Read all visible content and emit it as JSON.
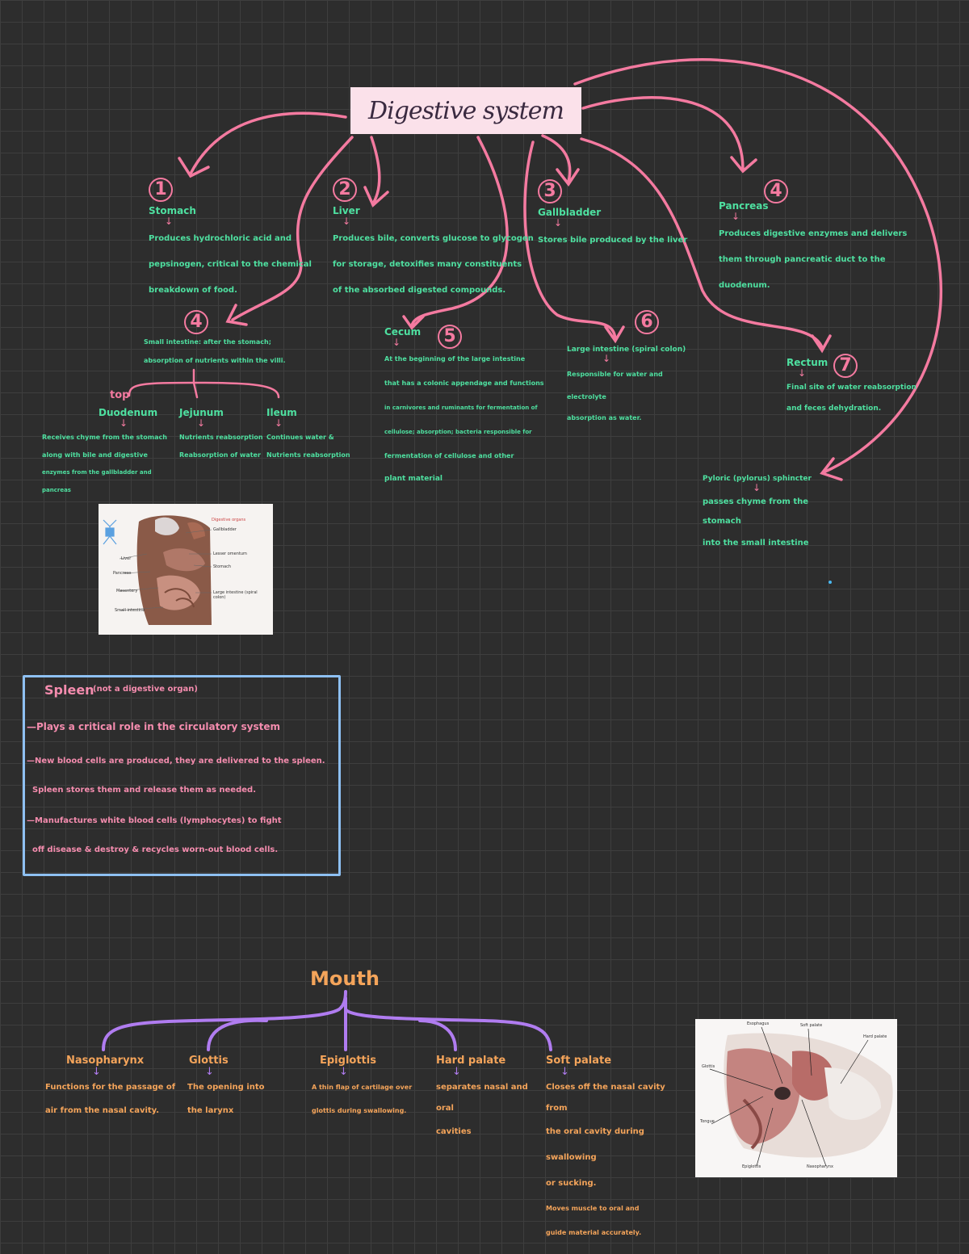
{
  "title": "Digestive system",
  "nodes": {
    "stomach": {
      "num": "1",
      "heading": "Stomach",
      "arrow": "↓",
      "lines": [
        "Produces hydrochloric acid and",
        "pepsinogen, critical to the chemical",
        "breakdown of food."
      ]
    },
    "liver": {
      "num": "2",
      "heading": "Liver",
      "arrow": "↓",
      "lines": [
        "Produces bile, converts glucose to glycogen",
        "for storage, detoxifies many constituents",
        "of the absorbed digested compounds."
      ]
    },
    "gallbladder": {
      "num": "3",
      "heading": "Gallbladder",
      "arrow": "↓",
      "lines": [
        "Stores bile produced by the liver"
      ]
    },
    "pancreas": {
      "num": "4",
      "heading": "Pancreas",
      "arrow": "↓",
      "lines": [
        "Produces digestive enzymes and delivers",
        "them through pancreatic duct to the",
        "duodenum."
      ]
    },
    "small_intestine": {
      "num": "4",
      "lines": [
        "Small intestine: after the stomach;",
        "absorption of nutrients within the villi."
      ],
      "top_label": "top",
      "parts": [
        {
          "name": "Duodenum",
          "arrow": "↓",
          "lines": [
            "Receives chyme from the stomach",
            "along with bile and digestive",
            "enzymes from the gallbladder and pancreas"
          ]
        },
        {
          "name": "Jejunum",
          "arrow": "↓",
          "lines": [
            "Nutrients reabsorption",
            "Reabsorption of water"
          ]
        },
        {
          "name": "Ileum",
          "arrow": "↓",
          "lines": [
            "Continues water &",
            "Nutrients reabsorption"
          ]
        }
      ]
    },
    "cecum": {
      "num": "5",
      "heading": "Cecum",
      "arrow": "↓",
      "lines": [
        "At the beginning of the large intestine",
        "that has a colonic appendage and functions",
        "in carnivores and ruminants for fermentation of",
        "cellulose; absorption; bacteria responsible for",
        "fermentation of cellulose and other",
        "plant material"
      ]
    },
    "large_intestine": {
      "num": "6",
      "heading": "Large intestine (spiral colon)",
      "arrow": "↓",
      "lines": [
        "Responsible for water and electrolyte",
        "absorption as water."
      ]
    },
    "rectum": {
      "num": "7",
      "heading": "Rectum",
      "arrow": "↓",
      "lines": [
        "Final site of water reabsorption",
        "and feces dehydration."
      ]
    },
    "pyloric": {
      "heading": "Pyloric (pylorus) sphincter",
      "arrow": "↓",
      "lines": [
        "passes chyme from the stomach",
        "into the small intestine"
      ]
    }
  },
  "photo1": {
    "title": "Digestive organs",
    "labels": [
      "Gallbladder",
      "Liver",
      "Lesser omentum",
      "Stomach",
      "Pancreas",
      "Mesentery",
      "Large intestine (spiral colon)",
      "Small intestine"
    ]
  },
  "spleen": {
    "title": "Spleen",
    "subtitle": "(not a digestive organ)",
    "lines": [
      "—Plays a critical role in the circulatory system",
      "—New blood cells are produced, they are delivered to the spleen.",
      "  Spleen stores them and release them as needed.",
      "—Manufactures white blood cells (lymphocytes) to fight",
      "  off disease & destroy & recycles worn-out blood cells."
    ]
  },
  "mouth": {
    "title": "Mouth",
    "parts": [
      {
        "name": "Nasopharynx",
        "arrow": "↓",
        "lines": [
          "Functions for the passage of",
          "air from the nasal cavity."
        ]
      },
      {
        "name": "Glottis",
        "arrow": "↓",
        "lines": [
          "The opening into",
          "the larynx"
        ]
      },
      {
        "name": "Epiglottis",
        "arrow": "↓",
        "lines": [
          "A thin flap of cartilage over",
          "glottis during swallowing."
        ]
      },
      {
        "name": "Hard palate",
        "arrow": "↓",
        "lines": [
          "separates nasal and oral",
          "cavities"
        ]
      },
      {
        "name": "Soft palate",
        "arrow": "↓",
        "lines": [
          "Closes off the nasal cavity from",
          "the oral cavity during swallowing",
          "or sucking.",
          "Moves muscle to oral and",
          "guide material accurately."
        ]
      }
    ]
  },
  "photo2": {
    "labels": [
      "Esophagus",
      "Soft palate",
      "Hard palate",
      "Glottis",
      "Tongue",
      "Epiglottis",
      "Nasopharynx"
    ]
  },
  "colors": {
    "pink": "#f47aa0",
    "green": "#4ee0a0",
    "orange": "#f4a45a",
    "violet": "#b07cf0",
    "blue": "#8ec0f2",
    "title_bg": "#fbe1ea"
  }
}
